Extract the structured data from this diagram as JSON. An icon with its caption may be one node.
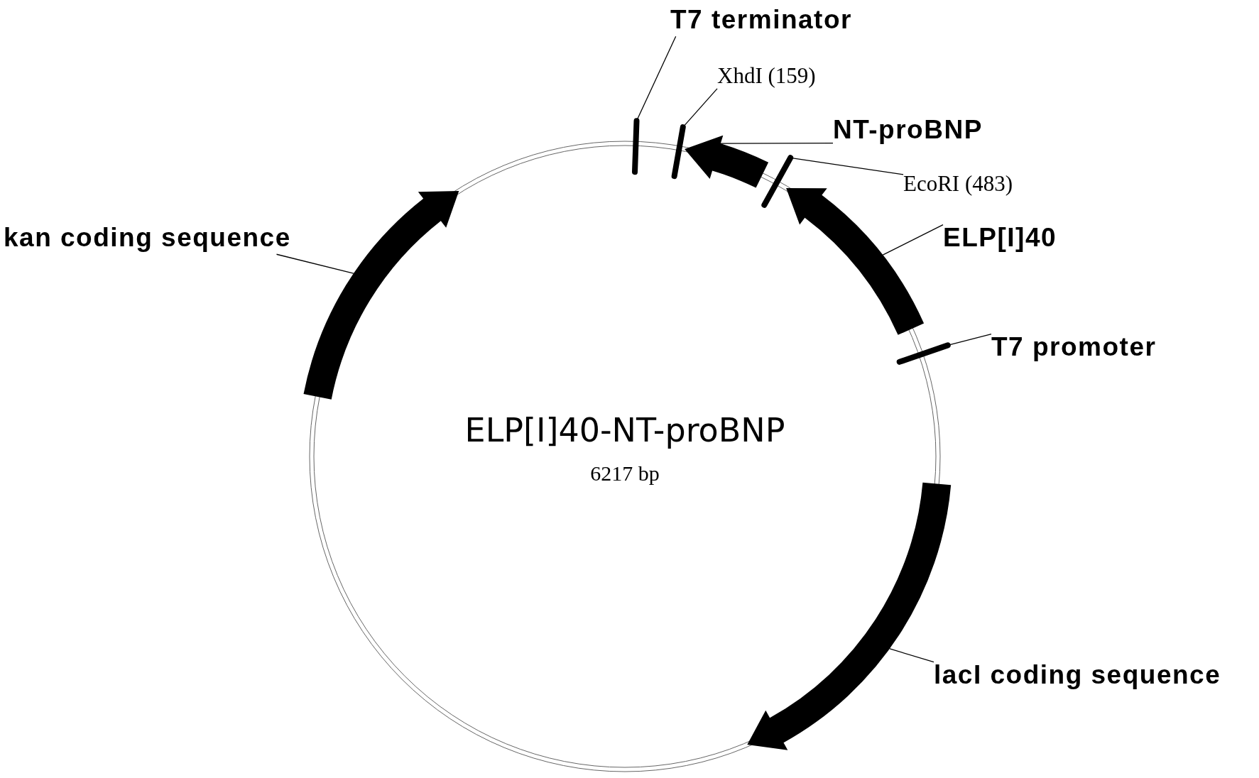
{
  "diagram": {
    "title": "ELP[I]40-NT-proBNP",
    "nodes": [
      {
        "text": [
          "T7 terminator"
        ]
      },
      {
        "text": [],
        "shape": "bar"
      },
      {
        "text": [
          "XhdI (159)"
        ]
      },
      {
        "text": [],
        "shape": "bar"
      },
      {
        "text": [
          "NT-proBNP"
        ]
      },
      {
        "text": [],
        "shape": "arrow"
      },
      {
        "text": [
          "EcoRI (483)"
        ]
      },
      {
        "text": [],
        "shape": "bar"
      },
      {
        "text": [
          "ELP[I]40"
        ]
      },
      {
        "text": [],
        "shape": "arrow"
      },
      {
        "text": [
          "T7 promoter"
        ]
      },
      {
        "text": [],
        "shape": "bar"
      },
      {
        "text": [
          "kan coding sequence"
        ]
      },
      {
        "text": [],
        "shape": "arrow"
      },
      {
        "text": [
          "lacI coding sequence"
        ]
      },
      {
        "text": [],
        "shape": "arrow"
      }
    ],
    "edges": [
      {
        "from": 0,
        "to": 1,
        "arrow": "none"
      },
      {
        "from": 2,
        "to": 3,
        "arrow": "none"
      },
      {
        "from": 4,
        "to": 5,
        "arrow": "none"
      },
      {
        "from": 6,
        "to": 7,
        "arrow": "none"
      },
      {
        "from": 8,
        "to": 9,
        "arrow": "none"
      },
      {
        "from": 10,
        "to": 11,
        "arrow": "none"
      },
      {
        "from": 12,
        "to": 13,
        "arrow": "none"
      },
      {
        "from": 14,
        "to": 15,
        "arrow": "none"
      }
    ],
    "labels": [
      "6217 bp"
    ]
  }
}
